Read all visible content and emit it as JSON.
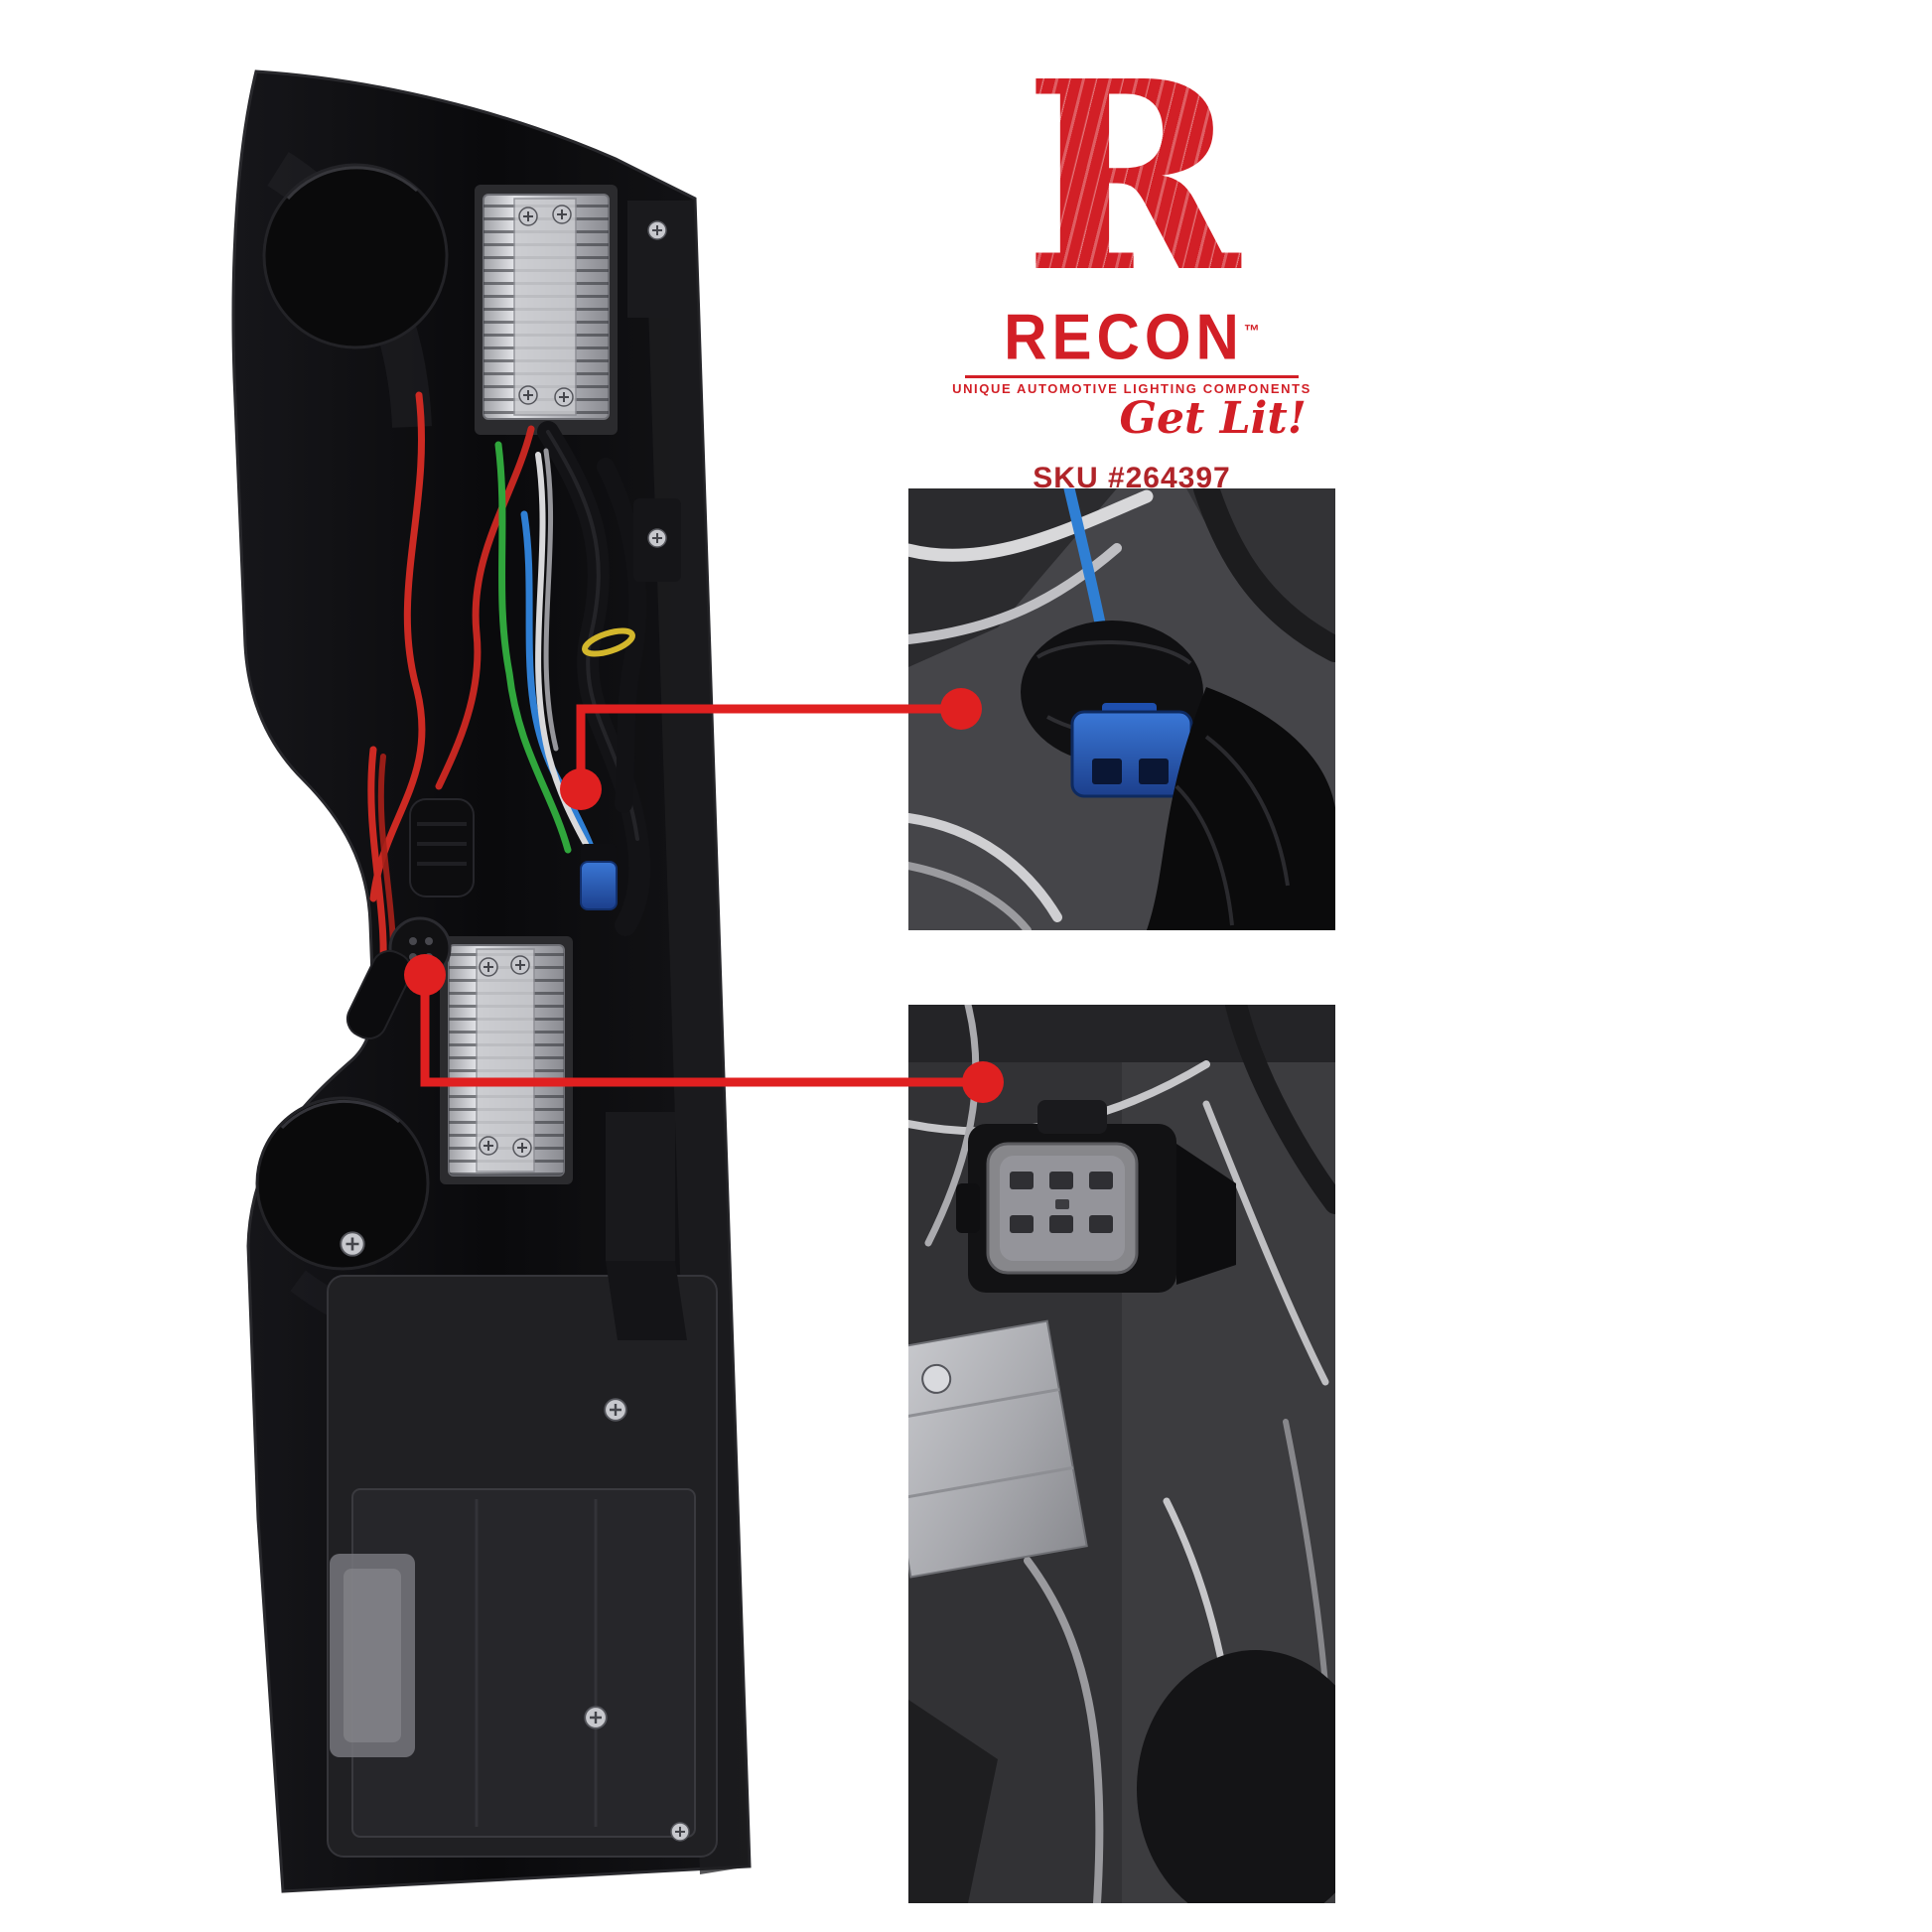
{
  "branding": {
    "r_mark": "R",
    "brand": "RECON",
    "trademark": "™",
    "tagline": "UNIQUE AUTOMOTIVE LIGHTING COMPONENTS",
    "slogan": "Get Lit!",
    "sku": "SKU #264397"
  },
  "colors": {
    "accent_red": "#d21f26",
    "callout_red": "#e02020",
    "sku_red": "#b02429",
    "background": "#ffffff"
  },
  "figure": {
    "main_photo": "tail-light-assembly-rear-wiring-view",
    "inset_top": "blue-connector-closeup",
    "inset_bottom": "gray-multi-pin-connector-closeup"
  }
}
